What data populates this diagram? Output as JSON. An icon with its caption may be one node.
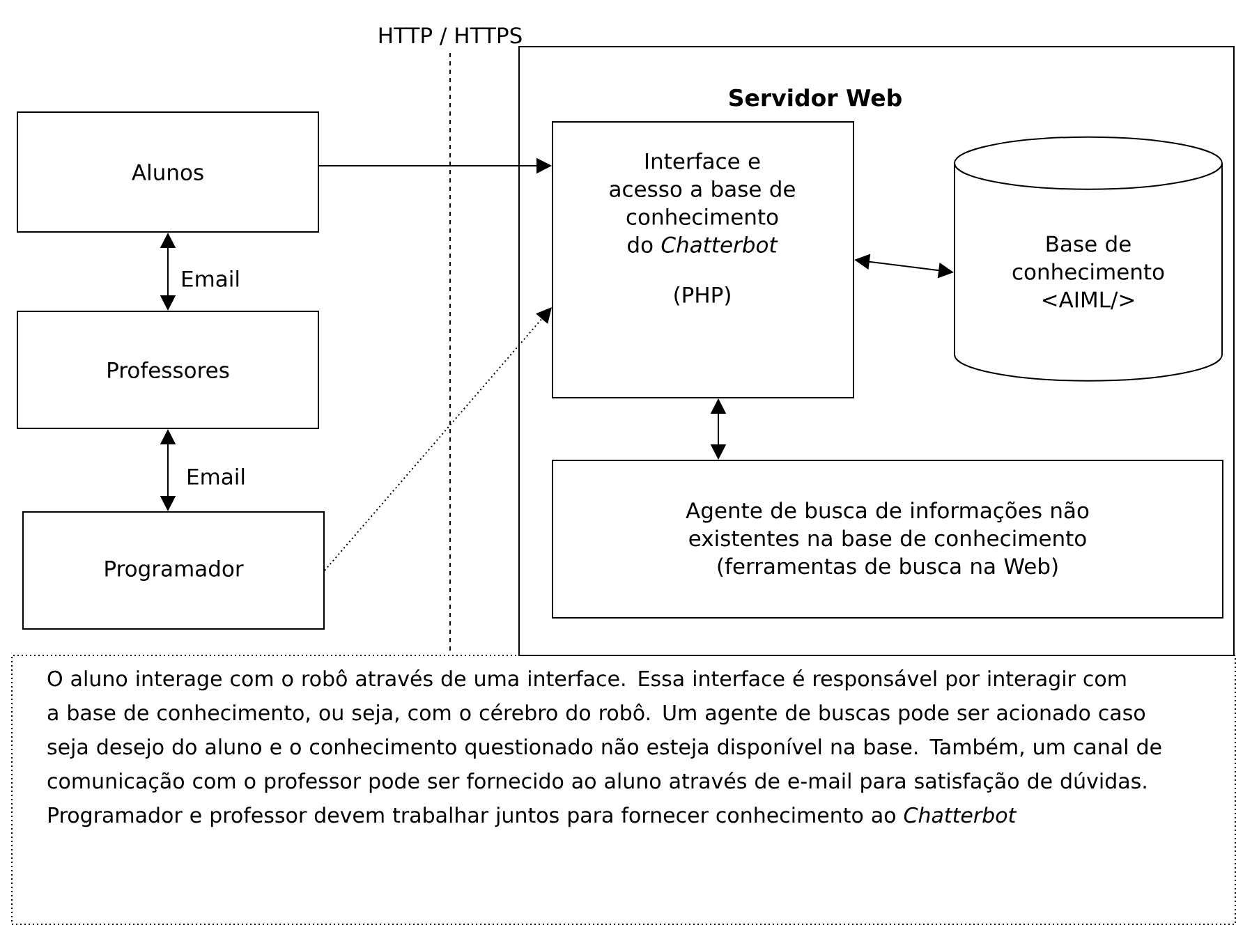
{
  "diagram": {
    "nodes": [
      {
        "text": [
          "Servidor Web"
        ]
      },
      {
        "text": [
          "Alunos"
        ]
      },
      {
        "text": [
          "Professores"
        ]
      },
      {
        "text": [
          "Programador"
        ]
      },
      {
        "text": [
          "Interface e acesso a base de conhecimento do *Chatterbot*",
          "(PHP)"
        ],
        "in": 0
      },
      {
        "text": [
          "Base de conhecimento <AIML/>"
        ],
        "in": 0
      },
      {
        "text": [
          "Agente de busca de informações não existentes na base de conhecimento (ferramentas de busca na Web)"
        ],
        "in": 0
      },
      {
        "text": [
          "O aluno interage com o robô através de uma interface.  Essa interface é responsável por interagir com a base de conhecimento, ou seja, com o cérebro do robô. Um agente de buscas pode ser acionado caso seja desejo do aluno e o conhecimento questionado não esteja disponível na base. Também, um canal de comunicação com o professor pode ser fornecido ao aluno através de e-mail para satisfação de dúvidas. Programador e professor devem trabalhar juntos para fornecer conhecimento ao *Chatterbot*"
        ]
      }
    ],
    "edges": [
      {
        "from": 1,
        "to": 4,
        "arrow": "to"
      },
      {
        "from": 1,
        "to": 2,
        "arrow": "both",
        "label": "Email"
      },
      {
        "from": 2,
        "to": 3,
        "arrow": "both",
        "label": "Email"
      },
      {
        "from": 3,
        "to": 4,
        "arrow": "to",
        "style": "dashed"
      },
      {
        "from": 4,
        "to": 5,
        "arrow": "both"
      },
      {
        "from": 4,
        "to": 6,
        "arrow": "both"
      }
    ],
    "labels": [
      "HTTP / HTTPS"
    ]
  }
}
